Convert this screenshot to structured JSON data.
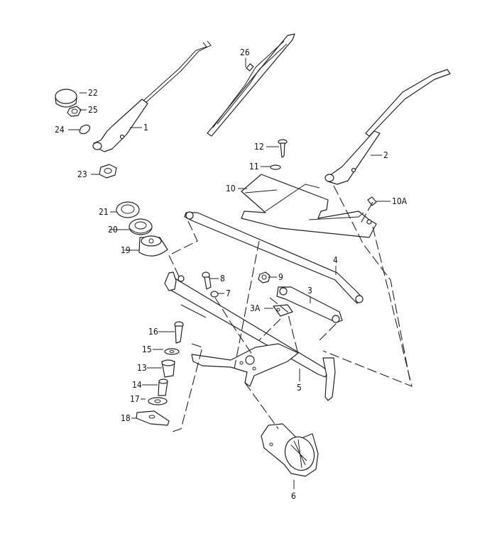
{
  "diagram": {
    "title": "Windshield wiper system exploded view",
    "callouts": [
      {
        "id": "1",
        "label": "1",
        "part": "wiper arm (left)"
      },
      {
        "id": "2",
        "label": "2",
        "part": "wiper arm (right)"
      },
      {
        "id": "3",
        "label": "3",
        "part": "connecting rod"
      },
      {
        "id": "3A",
        "label": "3A",
        "part": "bracket"
      },
      {
        "id": "4",
        "label": "4",
        "part": "linkage rod"
      },
      {
        "id": "5",
        "label": "5",
        "part": "wiper frame"
      },
      {
        "id": "6",
        "label": "6",
        "part": "wiper motor"
      },
      {
        "id": "7",
        "label": "7",
        "part": "spacer"
      },
      {
        "id": "8",
        "label": "8",
        "part": "bolt"
      },
      {
        "id": "9",
        "label": "9",
        "part": "nut"
      },
      {
        "id": "10",
        "label": "10",
        "part": "cover / housing"
      },
      {
        "id": "10A",
        "label": "10A",
        "part": "clip"
      },
      {
        "id": "11",
        "label": "11",
        "part": "washer"
      },
      {
        "id": "12",
        "label": "12",
        "part": "screw"
      },
      {
        "id": "13",
        "label": "13",
        "part": "rubber bushing"
      },
      {
        "id": "14",
        "label": "14",
        "part": "sleeve"
      },
      {
        "id": "15",
        "label": "15",
        "part": "washer"
      },
      {
        "id": "16",
        "label": "16",
        "part": "bolt"
      },
      {
        "id": "17",
        "label": "17",
        "part": "washer"
      },
      {
        "id": "18",
        "label": "18",
        "part": "plate"
      },
      {
        "id": "19",
        "label": "19",
        "part": "grommet"
      },
      {
        "id": "20",
        "label": "20",
        "part": "seal"
      },
      {
        "id": "21",
        "label": "21",
        "part": "washer"
      },
      {
        "id": "22",
        "label": "22",
        "part": "cap"
      },
      {
        "id": "23",
        "label": "23",
        "part": "nut"
      },
      {
        "id": "24",
        "label": "24",
        "part": "washer"
      },
      {
        "id": "25",
        "label": "25",
        "part": "nut"
      },
      {
        "id": "26",
        "label": "26",
        "part": "wiper blade"
      }
    ]
  }
}
